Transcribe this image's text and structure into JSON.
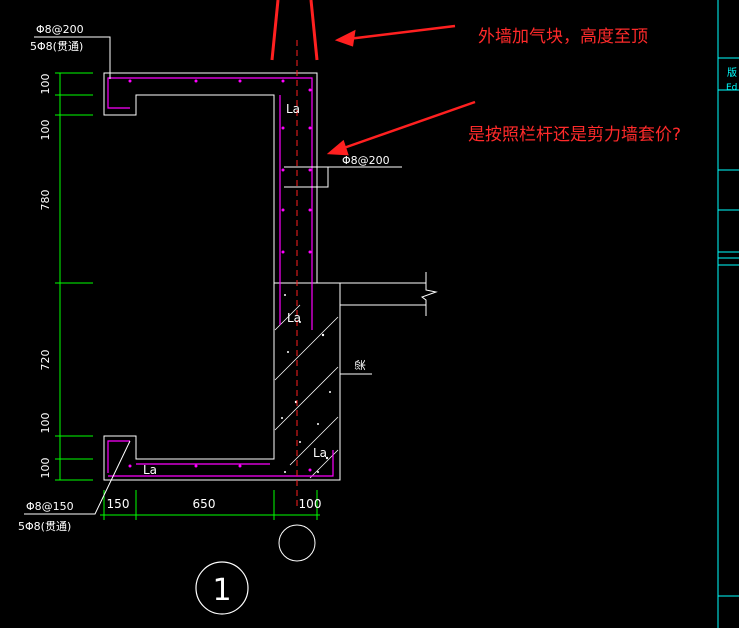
{
  "annotations": {
    "note_top": "外墙加气块，高度至顶",
    "note_middle": "是按照栏杆还是剪力墙套价?"
  },
  "rebar_labels": {
    "top_left_1": "Φ8@200",
    "top_left_2": "5Φ8(贯通)",
    "mid_right": "Φ8@200",
    "bottom_left_1": "Φ8@150",
    "bottom_left_2": "5Φ8(贯通)",
    "anchor": "La"
  },
  "dimensions": {
    "vertical": [
      "100",
      "100",
      "780",
      "720",
      "100",
      "100"
    ],
    "horizontal": [
      "150",
      "650",
      "100"
    ]
  },
  "section": {
    "mark": "1",
    "side_label": "梁"
  },
  "titleblock": {
    "text_1": "版",
    "text_2": "Ed"
  },
  "colors": {
    "background": "#000000",
    "outline": "#ffffff",
    "rebar": "#ff00ff",
    "dimension": "#00ff00",
    "annotation": "#ff2a2a",
    "frame": "#00ffff"
  }
}
